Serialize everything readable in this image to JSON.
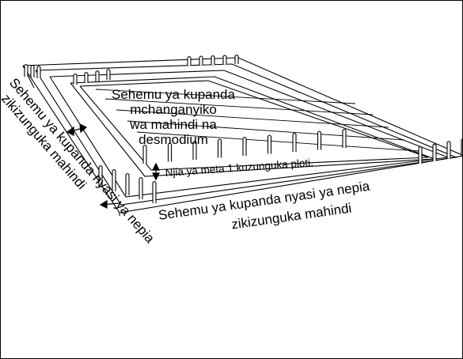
{
  "figure": {
    "labels": {
      "inner_plot": [
        "Sehemu ya kupanda",
        "mchanganyiko",
        "wa mahindi na",
        "desmodium"
      ],
      "pathway": "Njia ya meta 1 kuzunguka ploti.",
      "border_right": [
        "Sehemu ya kupanda nyasi ya nepia",
        "zikizunguka mahindi"
      ],
      "border_left": [
        "Sehemu ya kupanda nyasi ya nepia",
        "zikizunguka mahindi"
      ]
    },
    "colors": {
      "ink": "#000000",
      "background": "#ffffff"
    }
  }
}
